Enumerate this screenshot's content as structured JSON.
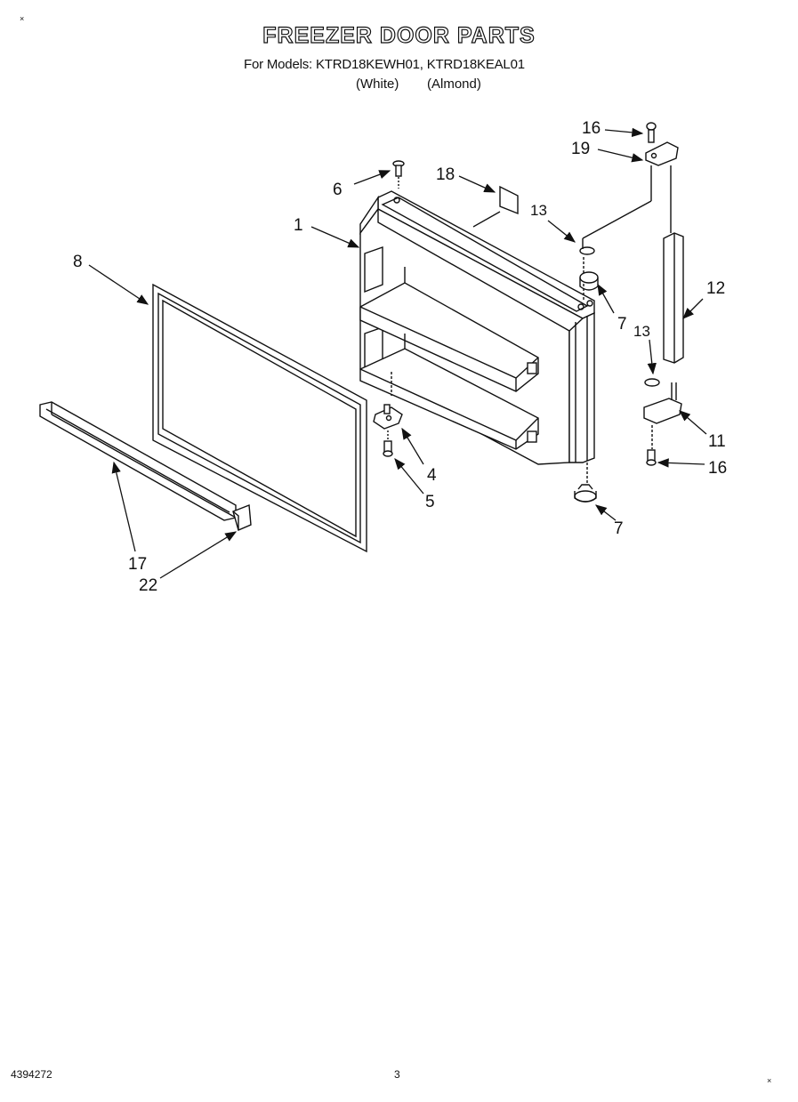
{
  "header": {
    "title": "FREEZER DOOR PARTS",
    "models_line": "For Models: KTRD18KEWH01, KTRD18KEAL01",
    "variant_white": "(White)",
    "variant_almond": "(Almond)"
  },
  "callouts": {
    "c1": "1",
    "c4": "4",
    "c5": "5",
    "c6": "6",
    "c7a": "7",
    "c7b": "7",
    "c8": "8",
    "c11": "11",
    "c12": "12",
    "c13a": "13",
    "c13b": "13",
    "c16a": "16",
    "c16b": "16",
    "c17": "17",
    "c18": "18",
    "c19": "19",
    "c22": "22"
  },
  "footer": {
    "doc_number": "4394272",
    "page_number": "3"
  }
}
